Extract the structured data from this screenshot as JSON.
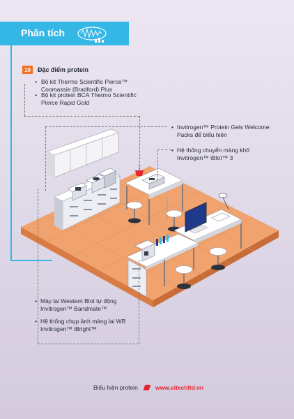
{
  "header": {
    "title": "Phân tích"
  },
  "section": {
    "number": "10",
    "title": "Đặc điểm protein"
  },
  "items_top": [
    {
      "lines": [
        "Bộ kit Thermo Scientific Pierce™",
        "Coomassie (Bradford) Plus"
      ]
    },
    {
      "lines": [
        "Bộ kit protein BCA Thermo Scientific",
        "Pierce Rapid Gold"
      ]
    }
  ],
  "items_right": [
    {
      "lines": [
        "Invitrogen™ Protein Gels Welcome",
        "Packs để biểu hiện"
      ]
    },
    {
      "lines": [
        "Hệ thống chuyển màng khô",
        "Invitrogen™ iBlot™ 3"
      ]
    }
  ],
  "items_bottom": [
    {
      "lines": [
        "Máy lai Western Blot tự động",
        "Invitrogen™ Bandmate™"
      ]
    },
    {
      "lines": [
        "Hệ thống chụp ảnh màng lai WB",
        "Invitrogen™ iBright™"
      ]
    }
  ],
  "footer": {
    "label": "Biểu hiện protein",
    "link": "www.vitechltd.vn"
  },
  "colors": {
    "accent": "#35b7e6",
    "badge": "#f36f21",
    "link": "#e4252f",
    "floor": "#f0a36e"
  },
  "icons": {
    "header_logo": "waveform-flask-icon",
    "footer_mark": "slash-mark-icon"
  }
}
